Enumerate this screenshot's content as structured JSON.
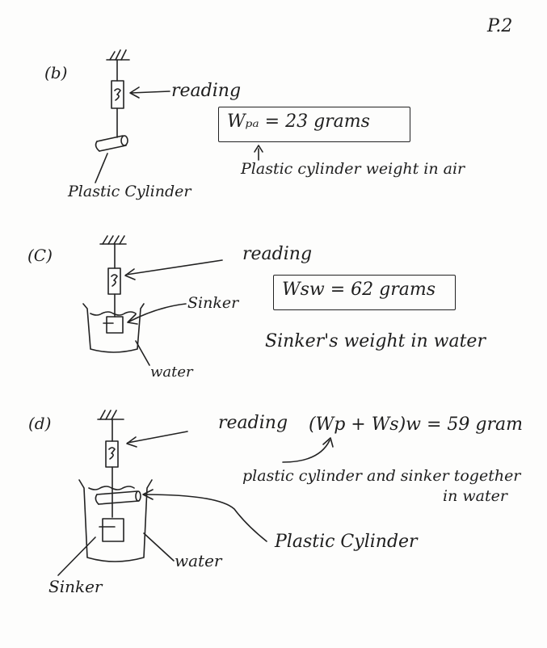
{
  "page_number": "P.2",
  "sections": {
    "b": {
      "label": "(b)",
      "reading_label": "reading",
      "formula": "Wₚₐ = 23 grams",
      "formula_note": "Plastic cylinder weight in air",
      "object_label": "Plastic Cylinder"
    },
    "c": {
      "label": "(C)",
      "reading_label": "reading",
      "sinker_label": "Sinker",
      "formula": "Wsw = 62 grams",
      "formula_note": "Sinker's weight in water",
      "water_label": "water"
    },
    "d": {
      "label": "(d)",
      "reading_label": "reading",
      "formula": "(Wp + Ws)w = 59 gram",
      "note_line1": "plastic cylinder and sinker together",
      "note_line2": "in water",
      "cylinder_label": "Plastic Cylinder",
      "water_label": "water",
      "sinker_label": "Sinker"
    }
  }
}
